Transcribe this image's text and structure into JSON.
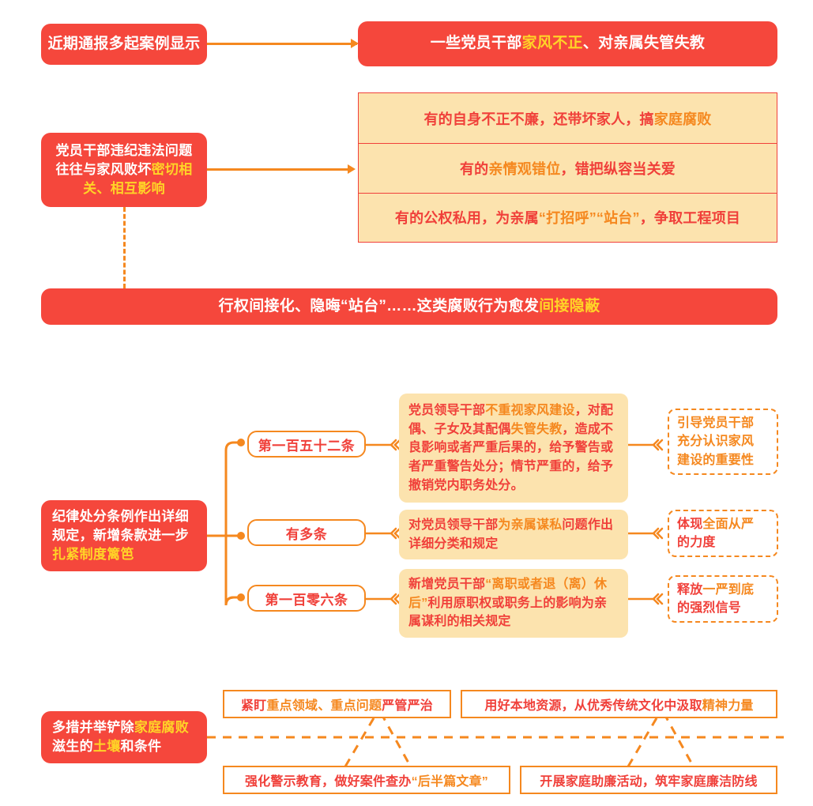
{
  "section1": {
    "source_label": "近期通报多起案例显示",
    "banner": {
      "pre": "一些党员干部",
      "hl": "家风不正",
      "post": "、对亲属失管失教"
    }
  },
  "section2": {
    "source": {
      "line1": "党员干部违纪违法问题",
      "line2_pre": "往往与家风败坏",
      "line2_hl": "密切相",
      "line3_hl": "关、相互影响"
    },
    "rows": [
      {
        "pre": "有的自身不正不廉，还带坏家人，搞",
        "hl": "家庭腐败",
        "post": ""
      },
      {
        "pre": "有的",
        "hl": "亲情观错位",
        "post": "，错把纵容当关爱"
      },
      {
        "pre": "有的公权私用，为亲属",
        "hl": "“打招呼”“站台”",
        "post": "，争取工程项目"
      }
    ],
    "banner": {
      "pre": "行权间接化、隐晦“站台”……这类腐败行为愈发",
      "hl": "间接隐蔽"
    }
  },
  "section3": {
    "source": {
      "line1": "纪律处分条例作出详细",
      "line2": "规定，新增条款进一步",
      "line3_hl": "扎紧制度篱笆"
    },
    "branches": [
      {
        "label": "第一百五十二条",
        "content": [
          {
            "pre": "党员领导干部",
            "hl": "不重视家风建设",
            "post": "，对"
          },
          {
            "pre": "配偶、子女及其配偶",
            "hl": "失管失教",
            "post": "，造"
          },
          {
            "pre": "成不良影响或者严重后果的，给予",
            "hl": "",
            "post": ""
          },
          {
            "pre": "警告或者严重警告处分；情节严重",
            "hl": "",
            "post": ""
          },
          {
            "pre": "的，给予撤销党内职务处分。",
            "hl": "",
            "post": ""
          }
        ],
        "outcome": {
          "pre": "",
          "hl": "引导党员干部\n充分认识家风\n建设的重要性",
          "post": ""
        }
      },
      {
        "label": "有多条",
        "content": [
          {
            "pre": "对党员领导干部",
            "hl": "为亲属谋私",
            "post": "问题作"
          },
          {
            "pre": "出详细分类和规定",
            "hl": "",
            "post": ""
          }
        ],
        "outcome": {
          "pre": "体现",
          "hl": "全面从严",
          "post": "\n的力度"
        }
      },
      {
        "label": "第一百零六条",
        "content": [
          {
            "pre": "新增党员干部",
            "hl": "“离职或者退（离）",
            "post": ""
          },
          {
            "pre": "",
            "hl": "休后”",
            "post": "利用原职权或职务上的影响"
          },
          {
            "pre": "为亲属谋利的相关规定",
            "hl": "",
            "post": ""
          }
        ],
        "outcome": {
          "pre": "释放",
          "hl": "一严到底",
          "post": "\n的强烈信号"
        }
      }
    ]
  },
  "section4": {
    "source": {
      "line1_pre": "多措并举铲除",
      "line1_hl": "家庭腐败",
      "line2_pre": "滋生的",
      "line2_hl": "土壤",
      "line2_post": "和条件"
    },
    "measures": [
      {
        "pre": "紧盯",
        "hl": "重点领域、重点问题",
        "post": "严管严治"
      },
      {
        "pre": "用好本地资源，从优秀传统文化中汲取",
        "hl": "精神力量",
        "post": ""
      },
      {
        "pre": "强化警示教育，做好案件查办",
        "hl": "“后半篇文章”",
        "post": ""
      },
      {
        "pre": "开展家庭助廉活动，筑牢家庭廉洁防线",
        "hl": "",
        "post": ""
      }
    ]
  },
  "colors": {
    "red": "#F5473C",
    "text_red": "#F0403A",
    "orange": "#F5881F",
    "yellow": "#FFD427",
    "cream": "#FCE3AE"
  }
}
